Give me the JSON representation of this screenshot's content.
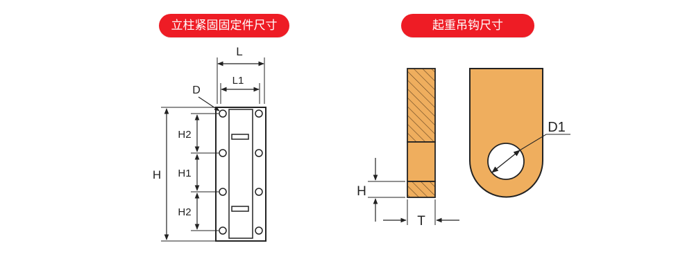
{
  "titles": {
    "left": "立柱紧固固定件尺寸",
    "right": "起重吊钩尺寸"
  },
  "labels": {
    "L": "L",
    "L1": "L1",
    "D": "D",
    "H": "H",
    "H1": "H1",
    "H2_top": "H2",
    "H2_bottom": "H2",
    "H_hook": "H",
    "T": "T",
    "D1": "D1"
  },
  "colors": {
    "title_bg": "#ee1c25",
    "hook_fill": "#efae5e",
    "line": "#222222"
  }
}
